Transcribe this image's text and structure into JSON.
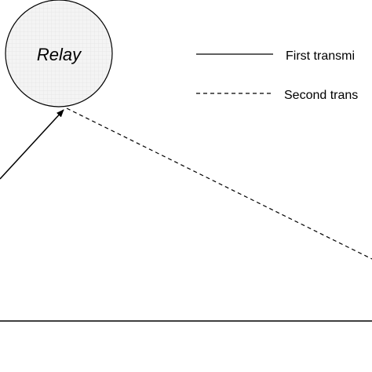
{
  "relay": {
    "label": "Relay"
  },
  "legend": {
    "first_label": "First transmi",
    "second_label": "Second trans"
  },
  "colors": {
    "stroke": "#000000",
    "node_fill": "#f2f2f2",
    "grid": "#dcdcdc"
  }
}
